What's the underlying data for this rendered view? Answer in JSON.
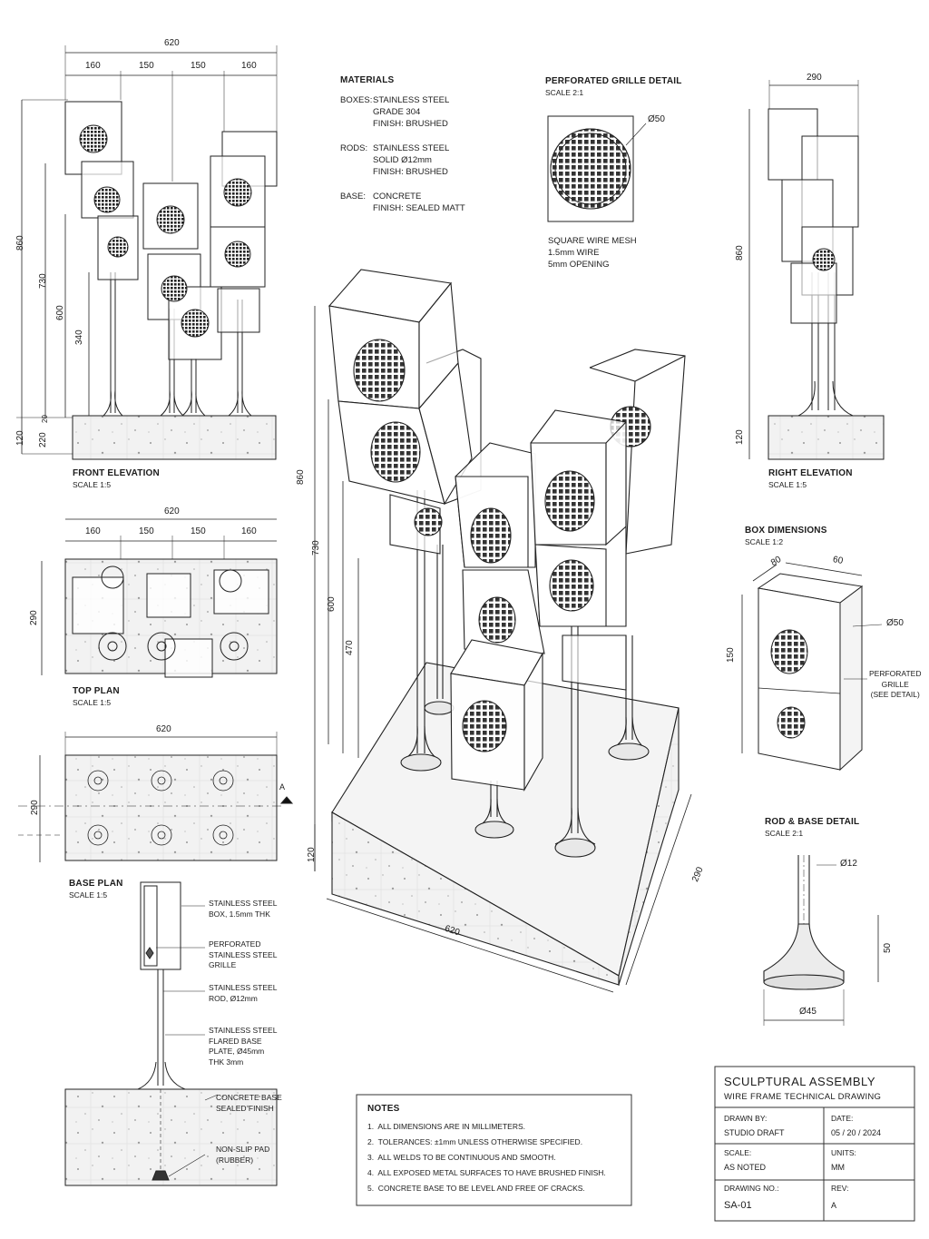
{
  "front_elevation": {
    "title": "FRONT ELEVATION",
    "scale": "SCALE 1:5",
    "dims": {
      "overall": "620",
      "seg1": "160",
      "seg2": "150",
      "seg3": "150",
      "seg4": "160",
      "h860": "860",
      "h730": "730",
      "h600": "600",
      "h340": "340",
      "h120": "120",
      "h220": "220",
      "h20": "20"
    }
  },
  "top_plan": {
    "title": "TOP PLAN",
    "scale": "SCALE 1:5",
    "dims": {
      "overall": "620",
      "seg1": "160",
      "seg2": "150",
      "seg3": "150",
      "seg4": "160",
      "depth": "290"
    }
  },
  "base_plan": {
    "title": "BASE PLAN",
    "scale": "SCALE 1:5",
    "dims": {
      "overall": "620",
      "depth": "290"
    },
    "section_mark": "A"
  },
  "section_callouts": [
    "STAINLESS STEEL\nBOX, 1.5mm THK",
    "PERFORATED\nSTAINLESS STEEL\nGRILLE",
    "STAINLESS STEEL\nROD, Ø12mm",
    "STAINLESS STEEL\nFLARED BASE\nPLATE, Ø45mm\nTHK 3mm",
    "CONCRETE BASE\nSEALED FINISH",
    "NON-SLIP PAD\n(RUBBER)"
  ],
  "materials": {
    "title": "MATERIALS",
    "boxes_label": "BOXES:",
    "boxes_text": "STAINLESS STEEL\nGRADE 304\nFINISH: BRUSHED",
    "rods_label": "RODS:",
    "rods_text": "STAINLESS STEEL\nSOLID Ø12mm\nFINISH: BRUSHED",
    "base_label": "BASE:",
    "base_text": "CONCRETE\nFINISH: SEALED MATT"
  },
  "grille_detail": {
    "title": "PERFORATED GRILLE DETAIL",
    "scale": "SCALE 2:1",
    "dia": "Ø50",
    "notes": "SQUARE WIRE MESH\n1.5mm WIRE\n5mm OPENING"
  },
  "iso": {
    "dims": {
      "h860": "860",
      "h730": "730",
      "h600": "600",
      "h470": "470",
      "h120": "120",
      "width": "620",
      "depth": "290"
    }
  },
  "right_elevation": {
    "title": "RIGHT ELEVATION",
    "scale": "SCALE 1:5",
    "dims": {
      "width": "290",
      "h860": "860",
      "h120": "120"
    }
  },
  "box_dimensions": {
    "title": "BOX DIMENSIONS",
    "scale": "SCALE 1:2",
    "dims": {
      "w80": "80",
      "d60": "60",
      "h150": "150",
      "dia": "Ø50"
    },
    "callout": "PERFORATED\nGRILLE\n(SEE DETAIL)"
  },
  "rod_detail": {
    "title": "ROD & BASE DETAIL",
    "scale": "SCALE 2:1",
    "dims": {
      "rod": "Ø12",
      "h50": "50",
      "base": "Ø45"
    }
  },
  "notes": {
    "title": "NOTES",
    "items": [
      "1.  ALL DIMENSIONS ARE IN MILLIMETERS.",
      "2.  TOLERANCES: ±1mm UNLESS OTHERWISE SPECIFIED.",
      "3.  ALL WELDS TO BE CONTINUOUS AND SMOOTH.",
      "4.  ALL EXPOSED METAL SURFACES TO HAVE BRUSHED FINISH.",
      "5.  CONCRETE BASE TO BE LEVEL AND FREE OF CRACKS."
    ]
  },
  "title_block": {
    "title": "SCULPTURAL ASSEMBLY",
    "subtitle": "WIRE FRAME TECHNICAL DRAWING",
    "drawn_by_label": "DRAWN BY:",
    "drawn_by": "STUDIO DRAFT",
    "date_label": "DATE:",
    "date": "05 / 20 / 2024",
    "scale_label": "SCALE:",
    "scale": "AS NOTED",
    "units_label": "UNITS:",
    "units": "MM",
    "drawing_no_label": "DRAWING NO.:",
    "drawing_no": "SA-01",
    "rev_label": "REV:",
    "rev": "A"
  }
}
